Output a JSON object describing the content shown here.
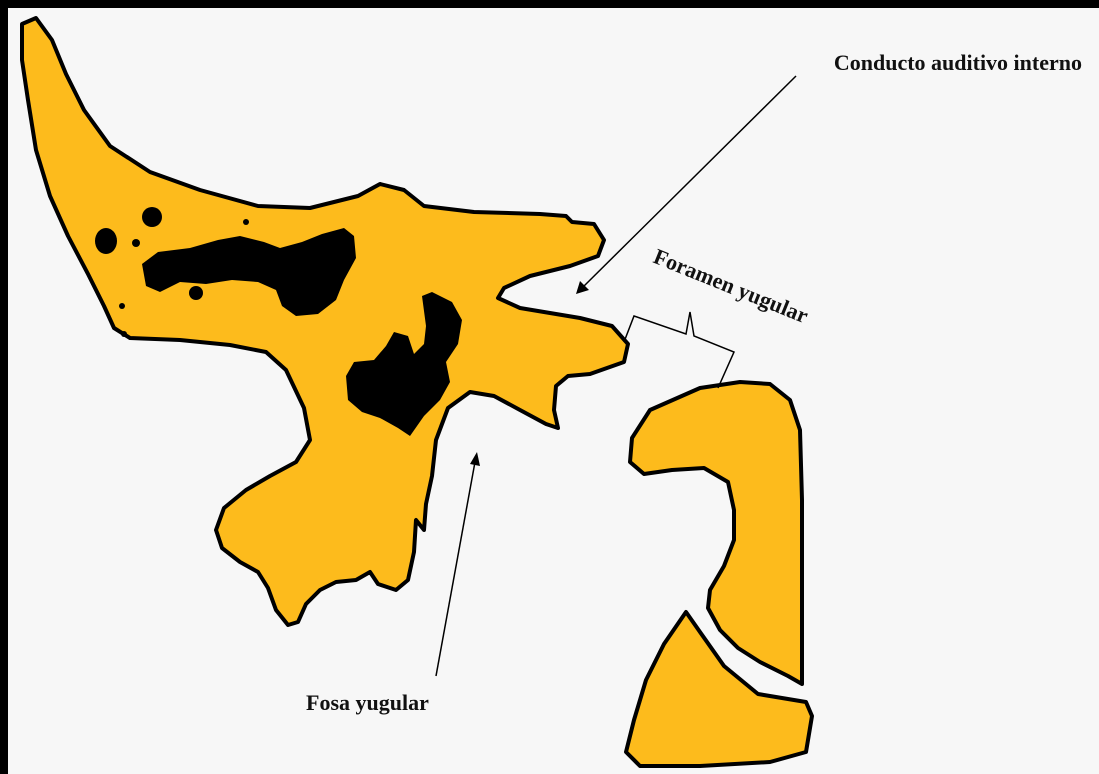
{
  "labels": {
    "conducto": "Conducto auditivo interno",
    "foramen": "Foramen yugular",
    "fosa": "Fosa yugular"
  },
  "colors": {
    "bone": "#FDBB1C",
    "outline": "#000000",
    "cavity": "#000000",
    "background": "#F7F7F7"
  }
}
